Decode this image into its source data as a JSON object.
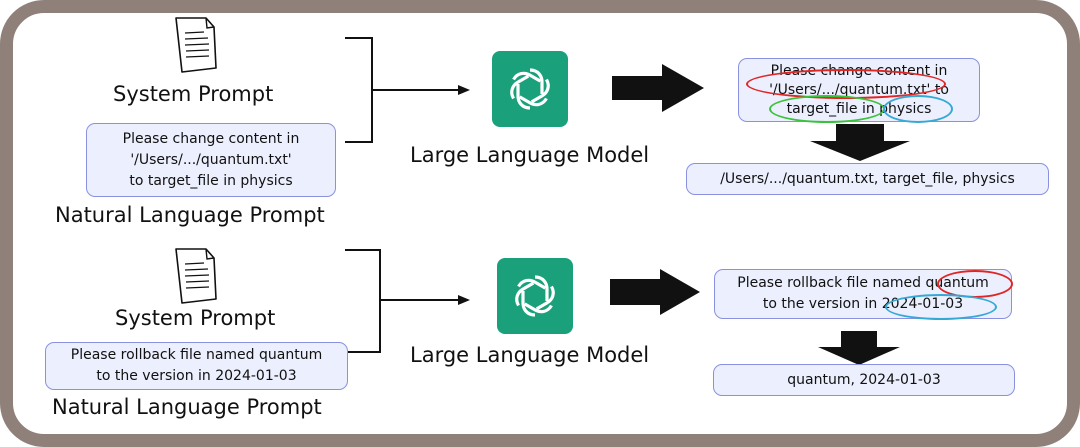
{
  "colors": {
    "frame": "#8f817a",
    "box_fill": "#eceffd",
    "box_border": "#8a91e0",
    "gpt_green": "#1aa17c",
    "oval_red": "#e02525",
    "oval_green": "#3bc23b",
    "oval_blue": "#35a9d6"
  },
  "icons": [
    "document-icon",
    "openai-logo-icon",
    "arrow-right-icon",
    "block-arrow-right-icon",
    "block-arrow-down-icon",
    "bracket-connector"
  ],
  "top": {
    "system_label": "System Prompt",
    "prompt_lines": [
      "Please change content in",
      "'/Users/.../quantum.txt'",
      "to target_file in physics"
    ],
    "nl_label": "Natural Language Prompt",
    "llm_label": "Large Language Model",
    "annotated_lines": [
      "Please change content in",
      "'/Users/.../quantum.txt' to",
      "target_file in physics"
    ],
    "result": "/Users/.../quantum.txt, target_file, physics"
  },
  "bottom": {
    "system_label": "System Prompt",
    "prompt_lines": [
      "Please rollback file named quantum",
      "to the version in 2024-01-03"
    ],
    "nl_label": "Natural Language Prompt",
    "llm_label": "Large Language Model",
    "annotated_lines": [
      "Please rollback file named quantum",
      "to the version in 2024-01-03"
    ],
    "result": "quantum, 2024-01-03"
  }
}
